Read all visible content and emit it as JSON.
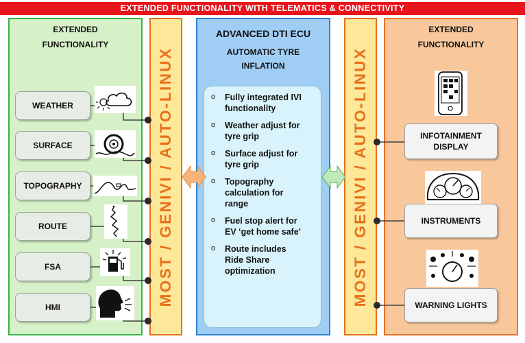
{
  "banner": "EXTENDED FUNCTIONALITY WITH TELEMATICS & CONNECTIVITY",
  "left_panel": {
    "title_line1": "EXTENDED",
    "title_line2": "FUNCTIONALITY",
    "items": [
      {
        "label": "WEATHER",
        "icon": "cloud-weather-icon"
      },
      {
        "label": "SURFACE",
        "icon": "tyre-surface-icon"
      },
      {
        "label": "TOPOGRAPHY",
        "icon": "hill-topography-icon"
      },
      {
        "label": "ROUTE",
        "icon": "route-path-icon"
      },
      {
        "label": "FSA",
        "icon": "fuel-pump-icon"
      },
      {
        "label": "HMI",
        "icon": "speaking-head-icon"
      }
    ]
  },
  "left_band": "MOST / GENIVI / AUTO-LINUX",
  "right_band": "MOST / GENIVI / AUTO-LINUX",
  "center_panel": {
    "title": "ADVANCED DTI ECU",
    "subtitle_line1": "AUTOMATIC TYRE",
    "subtitle_line2": "INFLATION",
    "bullets": [
      {
        "l1": "Fully integrated IVI",
        "l2": "functionality"
      },
      {
        "l1": "Weather adjust for",
        "l2": "tyre grip"
      },
      {
        "l1": "Surface adjust for",
        "l2": "tyre grip"
      },
      {
        "l1": "Topography",
        "l2": "calculation for",
        "l3": "range"
      },
      {
        "l1": "Fuel stop alert for",
        "l2": "EV ‘get home safe’"
      },
      {
        "l1": "Route includes",
        "l2": "Ride  Share",
        "l3": "optimization"
      }
    ]
  },
  "right_panel": {
    "title_line1": "EXTENDED",
    "title_line2": "FUNCTIONALITY",
    "items": [
      {
        "l1": "INFOTAINMENT",
        "l2": "DISPLAY",
        "icon": "smartphone-icon"
      },
      {
        "l1": "INSTRUMENTS",
        "icon": "gauge-cluster-icon"
      },
      {
        "l1": "WARNING LIGHTS",
        "icon": "warning-gauge-icon"
      }
    ]
  },
  "colors": {
    "banner": "#e8141c",
    "left_panel_fill": "#d6f0c8",
    "right_panel_fill": "#f9c79c",
    "center_panel_fill": "#a0cdf3",
    "band_fill": "#fde89a",
    "band_text": "#e8701c",
    "left_arrow": "#f7b47a",
    "right_arrow": "#bfe9b8"
  }
}
